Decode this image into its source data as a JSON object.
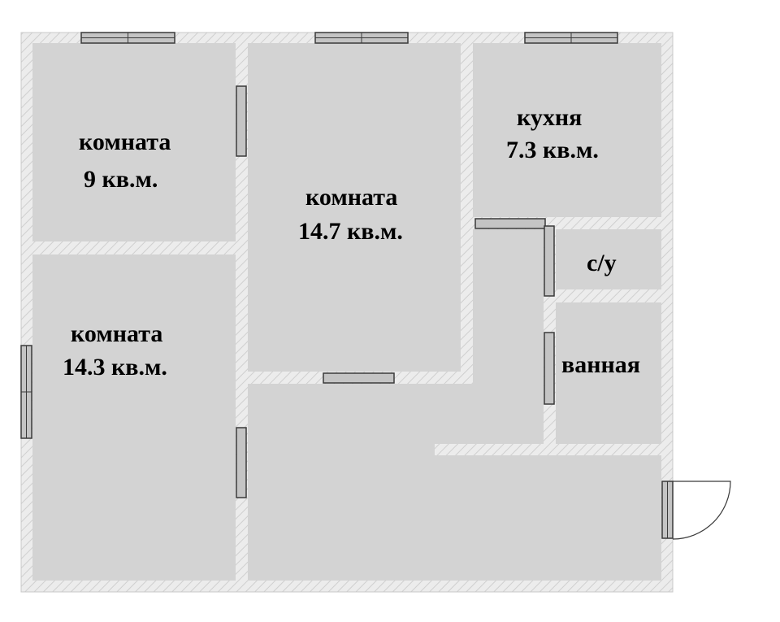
{
  "colors": {
    "wall": "#ececec",
    "wall_hatch": "#cfcfcf",
    "room_fill": "#d3d3d3",
    "fixture_fill": "#c4c4c4",
    "fixture_stroke": "#3a3a3a",
    "text": "#000000"
  },
  "rooms": {
    "room_small": {
      "name": "комната",
      "area": "9 кв.м."
    },
    "room_center": {
      "name": "комната",
      "area": "14.7 кв.м."
    },
    "kitchen": {
      "name": "кухня",
      "area": "7.3 кв.м."
    },
    "toilet": {
      "name": "с/у"
    },
    "room_large": {
      "name": "комната",
      "area": "14.3 кв.м."
    },
    "bathroom": {
      "name": "ванная"
    }
  }
}
